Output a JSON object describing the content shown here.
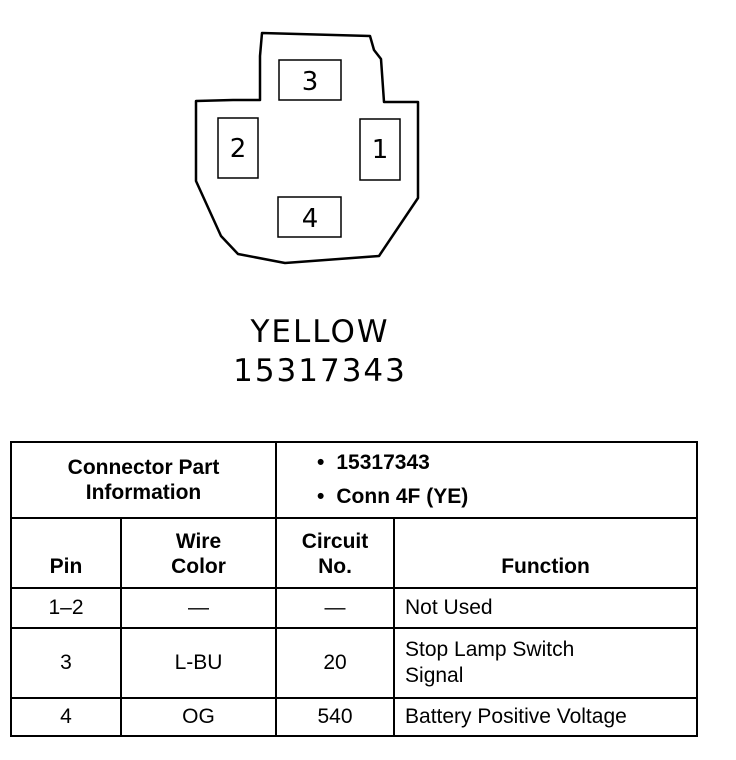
{
  "connector": {
    "cavities": [
      "1",
      "2",
      "3",
      "4"
    ],
    "color_label": "YELLOW",
    "part_number": "15317343"
  },
  "table": {
    "info_header": "Connector Part Information",
    "info_items": [
      "15317343",
      "Conn 4F (YE)"
    ],
    "columns": {
      "pin": "Pin",
      "wire_color": "Wire Color",
      "circuit": "Circuit No.",
      "function": "Function"
    },
    "rows": [
      {
        "pin": "1–2",
        "wire_color": "—",
        "circuit": "—",
        "function": "Not Used"
      },
      {
        "pin": "3",
        "wire_color": "L-BU",
        "circuit": "20",
        "function": "Stop Lamp Switch Signal"
      },
      {
        "pin": "4",
        "wire_color": "OG",
        "circuit": "540",
        "function": "Battery Positive Voltage"
      }
    ]
  }
}
